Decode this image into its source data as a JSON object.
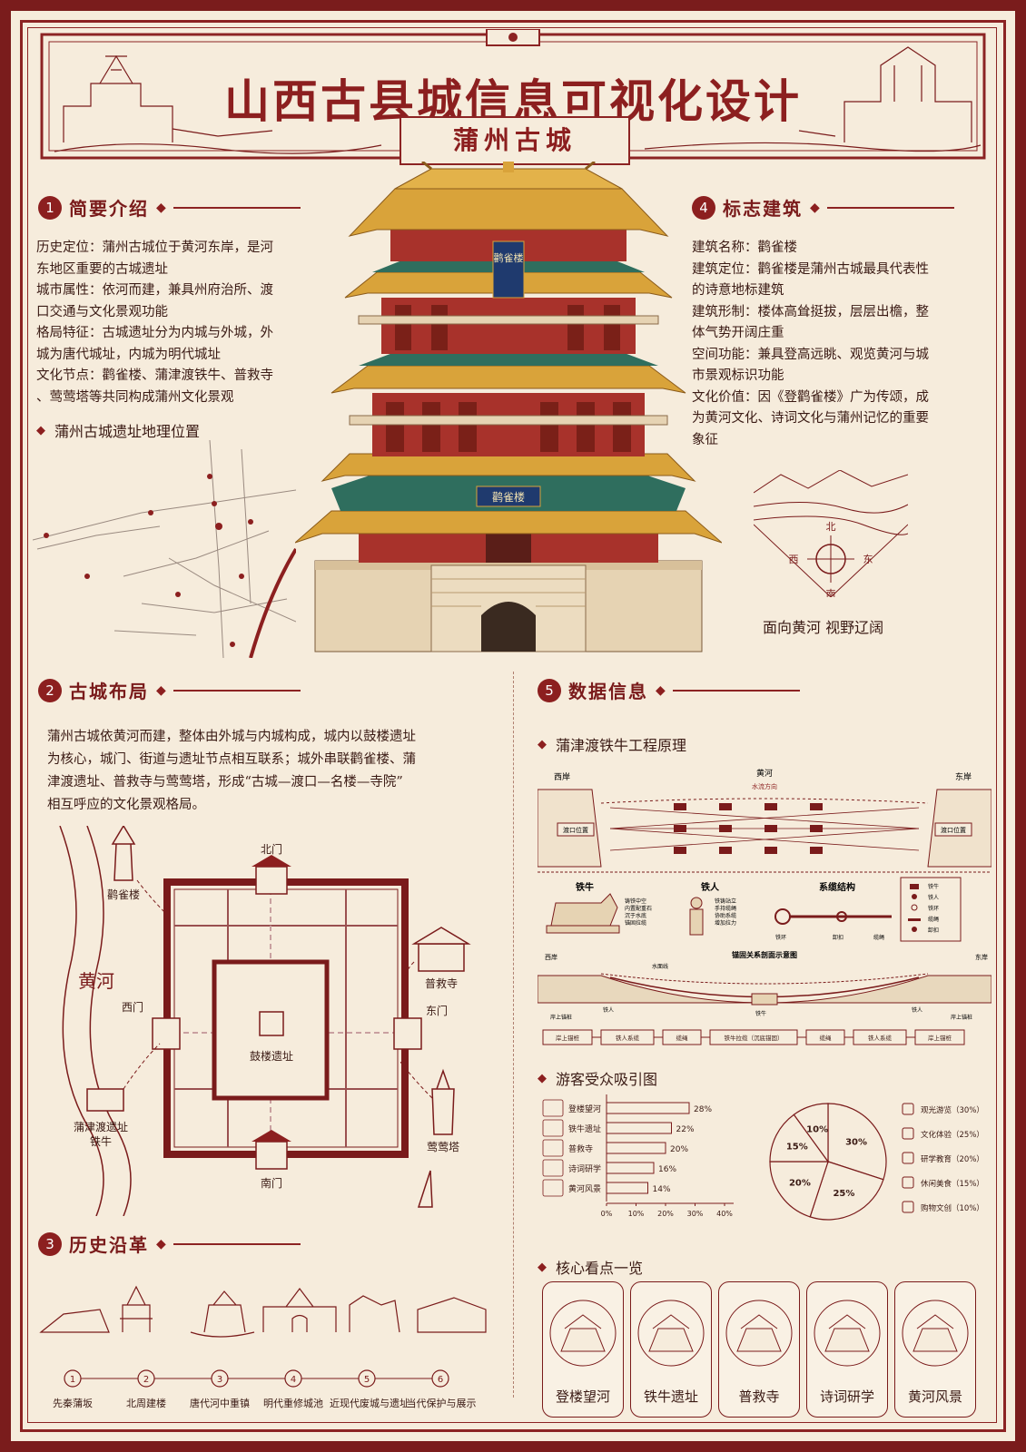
{
  "header": {
    "title": "山西古县城信息可视化设计",
    "subtitle": "蒲州古城"
  },
  "sections": {
    "s1": {
      "num": "1",
      "title": "简要介绍"
    },
    "s2": {
      "num": "2",
      "title": "古城布局"
    },
    "s3": {
      "num": "3",
      "title": "历史沿革"
    },
    "s4": {
      "num": "4",
      "title": "标志建筑"
    },
    "s5": {
      "num": "5",
      "title": "数据信息"
    }
  },
  "intro": {
    "lines": [
      "历史定位：蒲州古城位于黄河东岸，是河",
      "东地区重要的古城遗址",
      "城市属性：依河而建，兼具州府治所、渡",
      "口交通与文化景观功能",
      "格局特征：古城遗址分为内城与外城，外",
      "城为唐代城址，内城为明代城址",
      "文化节点：鹳雀楼、蒲津渡铁牛、普救寺",
      "、莺莺塔等共同构成蒲州文化景观"
    ],
    "map_caption": "蒲州古城遗址地理位置"
  },
  "landmark": {
    "lines": [
      "建筑名称：鹳雀楼",
      "建筑定位：鹳雀楼是蒲州古城最具代表性",
      "的诗意地标建筑",
      "建筑形制：楼体高耸挺拔，层层出檐，整",
      "体气势开阔庄重",
      "空间功能：兼具登高远眺、观览黄河与城",
      "市景观标识功能",
      "文化价值：因《登鹳雀楼》广为传颂，成",
      "为黄河文化、诗词文化与蒲州记忆的重要",
      "象征"
    ],
    "tower_plaque": "鹳雀楼",
    "tower_plaque2": "鹳雀楼",
    "compass": {
      "n": "北",
      "s": "南",
      "w": "西",
      "e": "东"
    },
    "view_caption": "面向黄河 视野辽阔"
  },
  "layout": {
    "lines": [
      "蒲州古城依黄河而建，整体由外城与内城构成，城内以鼓楼遗址",
      "为核心，城门、街道与遗址节点相互联系；城外串联鹳雀楼、蒲",
      "津渡遗址、普救寺与莺莺塔，形成“古城—渡口—名楼—寺院”",
      "相互呼应的文化景观格局。"
    ],
    "river": "黄河",
    "gates": {
      "north": "北门",
      "south": "南门",
      "west": "西门",
      "east": "东门"
    },
    "center": "鼓楼遗址",
    "sites": {
      "guanque": "鹳雀楼",
      "pujiu": "普救寺",
      "pujindu": "蒲津渡遗址",
      "tieniu": "铁牛",
      "yingying": "莺莺塔"
    }
  },
  "history": {
    "steps": [
      {
        "n": "1",
        "label": "先秦蒲坂"
      },
      {
        "n": "2",
        "label": "北周建楼"
      },
      {
        "n": "3",
        "label": "唐代河中重镇"
      },
      {
        "n": "4",
        "label": "明代重修城池"
      },
      {
        "n": "5",
        "label": "近现代废城与遗址"
      },
      {
        "n": "6",
        "label": "当代保护与展示"
      }
    ]
  },
  "data_info": {
    "iron_ox_title": "蒲津渡铁牛工程原理",
    "diagram": {
      "west_bank": "西岸",
      "east_bank": "东岸",
      "river": "黄河",
      "flow": "水流方向",
      "ferry_left": "渡口位置",
      "ferry_right": "渡口位置",
      "ox_title": "铁牛",
      "ox_desc": [
        "铸铁中空",
        "内置配重石",
        "沉于水底",
        "锚固拉缆"
      ],
      "man_title": "铁人",
      "man_desc": [
        "铁铸站立",
        "手持缆绳",
        "协助系缆",
        "增加拉力"
      ],
      "cable_title": "系缆结构",
      "cable_labels": [
        "铁环",
        "卸扣",
        "缆绳"
      ],
      "legend": [
        "铁牛",
        "铁人",
        "铁环",
        "缆绳",
        "卸扣"
      ],
      "section_title": "锚固关系剖面示意图",
      "section_west": "西岸",
      "section_east": "东岸",
      "water_level": "水面线",
      "section_labels": [
        "岸上锚桩",
        "铁人",
        "铁牛",
        "铁人",
        "岸上锚桩"
      ],
      "flow_steps": [
        "岸上锚桩",
        "铁人系缆",
        "缆绳",
        "铁牛拉缆（沉底锚固）",
        "缆绳",
        "铁人系缆",
        "岸上锚桩"
      ]
    },
    "appeal_title": "游客受众吸引图",
    "core_title": "核心看点一览",
    "core_items": [
      "登楼望河",
      "铁牛遗址",
      "普救寺",
      "诗词研学",
      "黄河风景"
    ]
  },
  "chart_data": [
    {
      "type": "bar",
      "orientation": "horizontal",
      "categories": [
        "登楼望河",
        "铁牛遗址",
        "普救寺",
        "诗词研学",
        "黄河风景"
      ],
      "values": [
        28,
        22,
        20,
        16,
        14
      ],
      "value_labels": [
        "28%",
        "22%",
        "20%",
        "16%",
        "14%"
      ],
      "ticks": [
        "0%",
        "10%",
        "20%",
        "30%",
        "40%"
      ],
      "xlim": [
        0,
        40
      ]
    },
    {
      "type": "pie",
      "slices": [
        {
          "label": "观光游览",
          "value": 30,
          "display": "30%",
          "legend": "观光游览（30%）"
        },
        {
          "label": "文化体验",
          "value": 25,
          "display": "25%",
          "legend": "文化体验（25%）"
        },
        {
          "label": "研学教育",
          "value": 20,
          "display": "20%",
          "legend": "研学教育（20%）"
        },
        {
          "label": "休闲美食",
          "value": 15,
          "display": "15%",
          "legend": "休闲美食（15%）"
        },
        {
          "label": "购物文创",
          "value": 10,
          "display": "10%",
          "legend": "购物文创（10%）"
        }
      ]
    }
  ],
  "colors": {
    "primary": "#8c1f1f",
    "paper": "#f6ecdc",
    "gold": "#d9a33a",
    "green": "#2f6e5e"
  }
}
